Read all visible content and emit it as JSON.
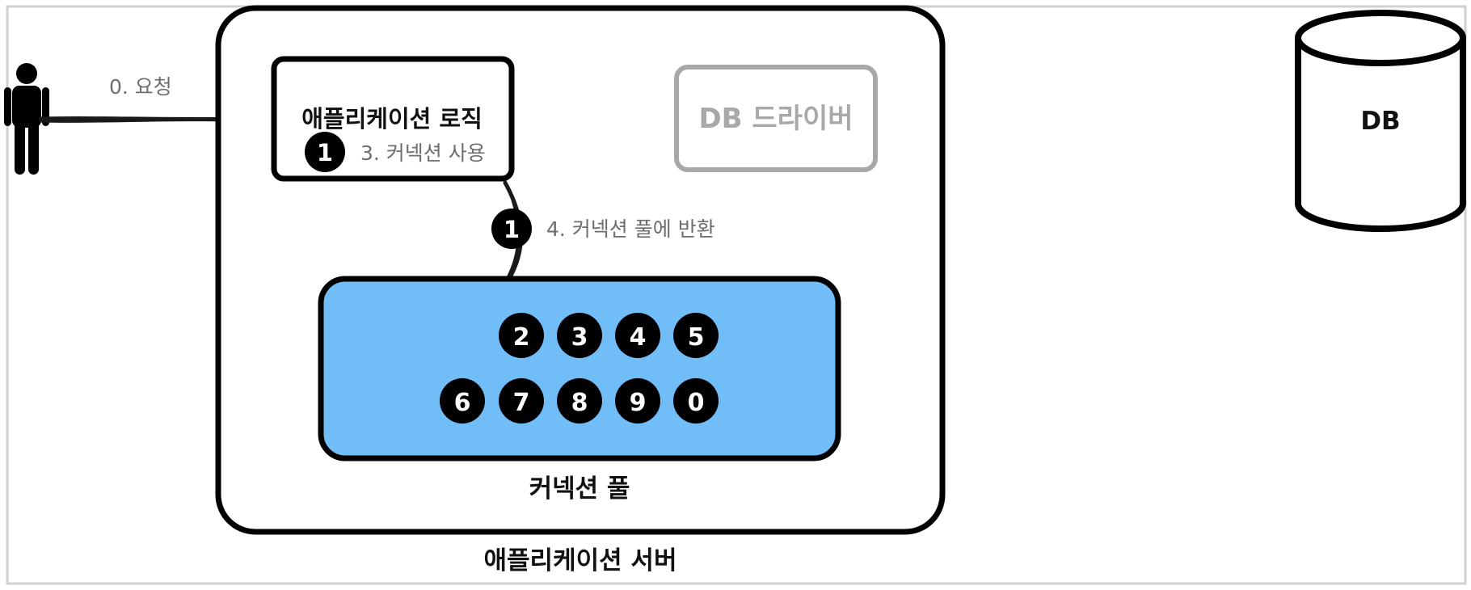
{
  "request_label": "0. 요청",
  "app_logic": {
    "title": "애플리케이션 로직",
    "badge": "1",
    "use_label": "3. 커넥션 사용"
  },
  "db_driver_label": "DB 드라이버",
  "return_step": {
    "badge": "1",
    "label": "4. 커넥션 풀에 반환"
  },
  "pool": {
    "label": "커넥션 풀",
    "connections_row1": [
      "2",
      "3",
      "4",
      "5"
    ],
    "connections_row2": [
      "6",
      "7",
      "8",
      "9",
      "0"
    ]
  },
  "server_label": "애플리케이션 서버",
  "db_label": "DB",
  "colors": {
    "pool_fill": "#70bdf8",
    "badge_fill": "#000000",
    "driver_border": "#a8a8a8"
  }
}
